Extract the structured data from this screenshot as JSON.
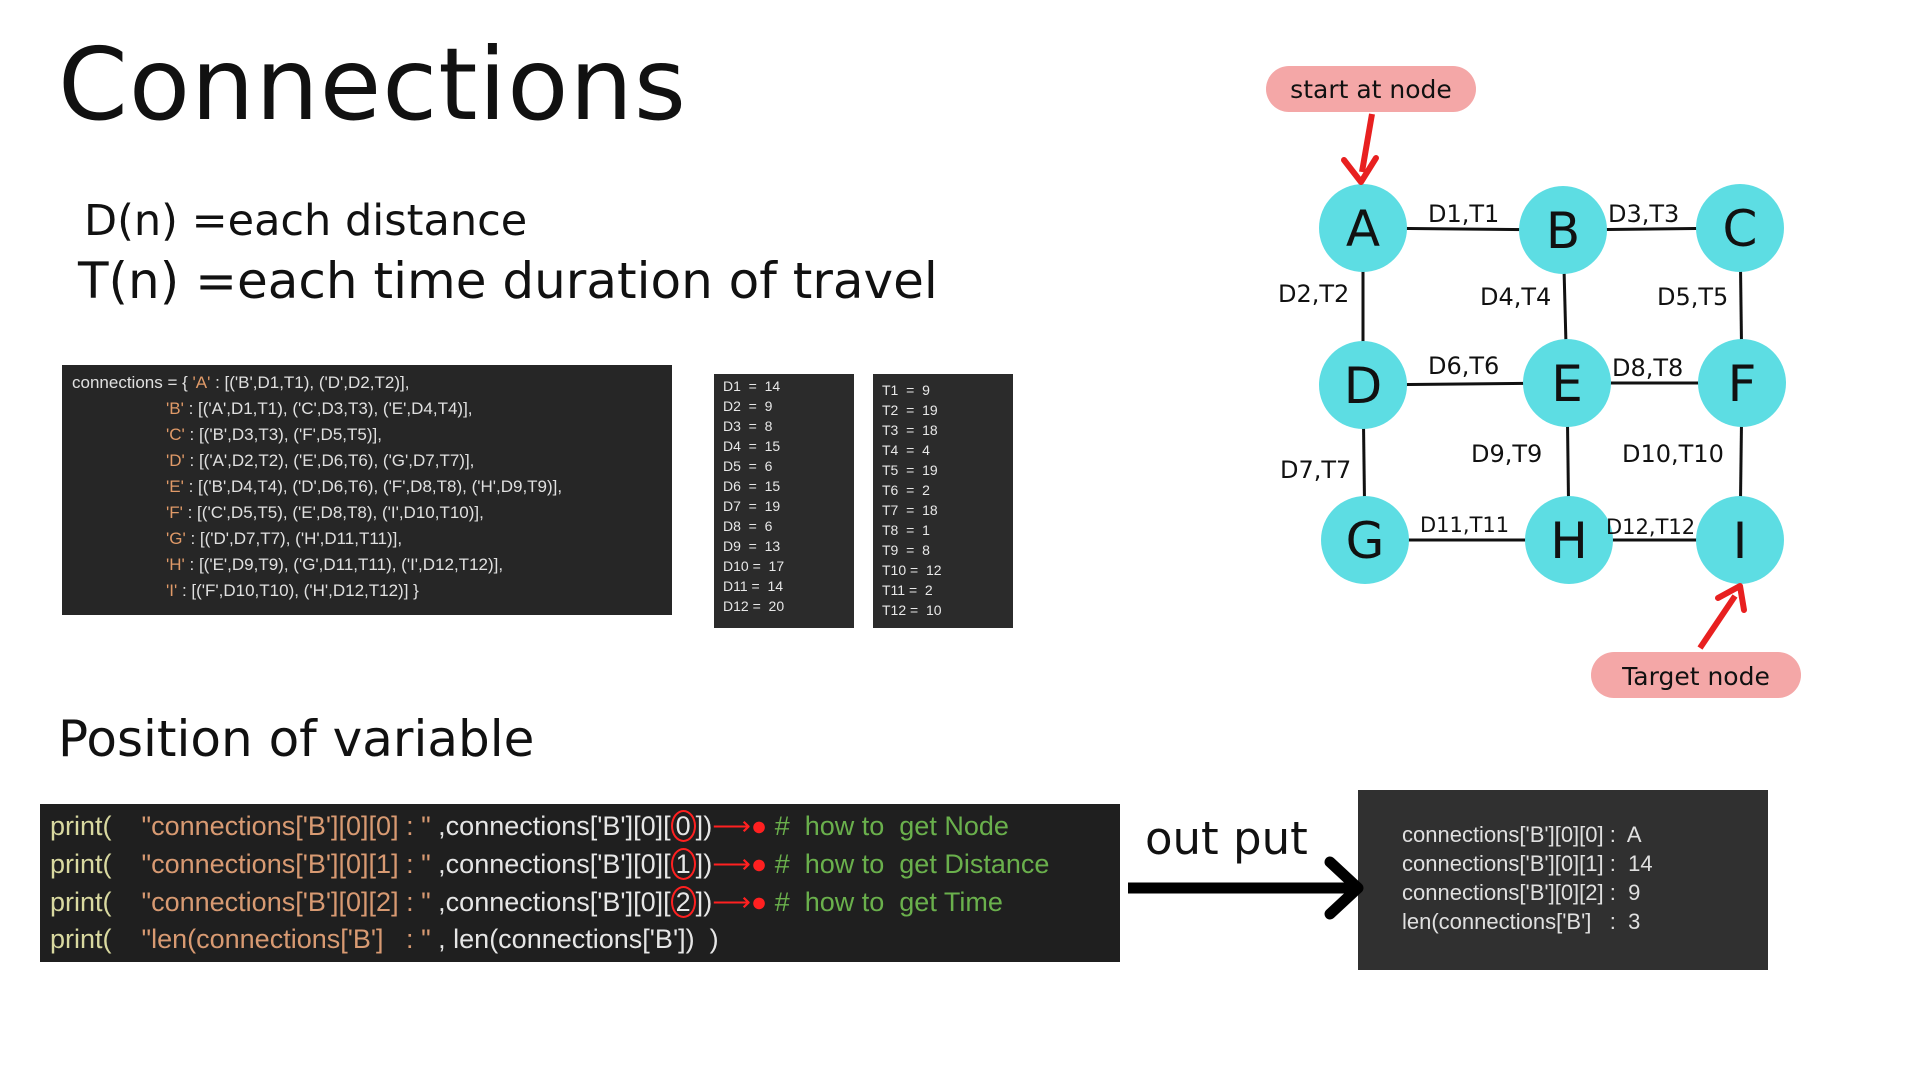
{
  "title": "Connections",
  "definitions": {
    "d": "D(n) =each distance",
    "t": "T(n) =each time duration of travel"
  },
  "connections_code": [
    {
      "prefix": "connections = { ",
      "key": "'A'",
      "rest": " : [('B',D1,T1), ('D',D2,T2)],"
    },
    {
      "prefix": "",
      "key": "'B'",
      "rest": " : [('A',D1,T1), ('C',D3,T3), ('E',D4,T4)],"
    },
    {
      "prefix": "",
      "key": "'C'",
      "rest": " : [('B',D3,T3), ('F',D5,T5)],"
    },
    {
      "prefix": "",
      "key": "'D'",
      "rest": " : [('A',D2,T2), ('E',D6,T6), ('G',D7,T7)],"
    },
    {
      "prefix": "",
      "key": "'E'",
      "rest": " : [('B',D4,T4), ('D',D6,T6), ('F',D8,T8), ('H',D9,T9)],"
    },
    {
      "prefix": "",
      "key": "'F'",
      "rest": " : [('C',D5,T5), ('E',D8,T8), ('I',D10,T10)],"
    },
    {
      "prefix": "",
      "key": "'G'",
      "rest": " : [('D',D7,T7), ('H',D11,T11)],"
    },
    {
      "prefix": "",
      "key": "'H'",
      "rest": " : [('E',D9,T9), ('G',D11,T11), ('I',D12,T12)],"
    },
    {
      "prefix": "",
      "key": "'I'",
      "rest": " : [('F',D10,T10), ('H',D12,T12)] }"
    }
  ],
  "distances": [
    "D1  =  14",
    "D2  =  9",
    "D3  =  8",
    "D4  =  15",
    "D5  =  6",
    "D6  =  15",
    "D7  =  19",
    "D8  =  6",
    "D9  =  13",
    "D10 =  17",
    "D11 =  14",
    "D12 =  20"
  ],
  "times": [
    "T1  =  9",
    "T2  =  19",
    "T3  =  18",
    "T4  =  4",
    "T5  =  19",
    "T6  =  2",
    "T7  =  18",
    "T8  =  1",
    "T9  =  8",
    "T10 =  12",
    "T11 =  2",
    "T12 =  10"
  ],
  "position_title": "Position of variable",
  "code_lines": [
    {
      "print": "print(",
      "str": "\"connections['B'][0][0] : \"",
      "expr": " ,connections['B'][0]",
      "idx": "0",
      "tail": ")",
      "comment": "#  how to  get Node"
    },
    {
      "print": "print(",
      "str": "\"connections['B'][0][1] : \"",
      "expr": " ,connections['B'][0]",
      "idx": "1",
      "tail": ")",
      "comment": "#  how to  get Distance"
    },
    {
      "print": "print(",
      "str": "\"connections['B'][0][2] : \"",
      "expr": " ,connections['B'][0]",
      "idx": "2",
      "tail": ")",
      "comment": "#  how to  get Time"
    },
    {
      "print": "print(",
      "str": "\"len(connections['B']   : \"",
      "expr": " , len(connections['B'])  )",
      "idx": "",
      "tail": "",
      "comment": ""
    }
  ],
  "output_label": "out put",
  "output_lines": [
    "connections['B'][0][0] :  A",
    "connections['B'][0][1] :  14",
    "connections['B'][0][2] :  9",
    "len(connections['B']   :  3"
  ],
  "graph": {
    "node_color": "#5ddde3",
    "nodes": [
      "A",
      "B",
      "C",
      "D",
      "E",
      "F",
      "G",
      "H",
      "I"
    ],
    "edge_labels": {
      "AB": "D1,T1",
      "BC": "D3,T3",
      "AD": "D2,T2",
      "BE": "D4,T4",
      "CF": "D5,T5",
      "DE": "D6,T6",
      "EF": "D8,T8",
      "DG": "D7,T7",
      "EH": "D9,T9",
      "FI": "D10,T10",
      "GH": "D11,T11",
      "HI": "D12,T12"
    },
    "start_label": "start at node",
    "target_label": "Target node",
    "pill_color": "#f4a7a7",
    "arrow_color": "#e82020"
  }
}
